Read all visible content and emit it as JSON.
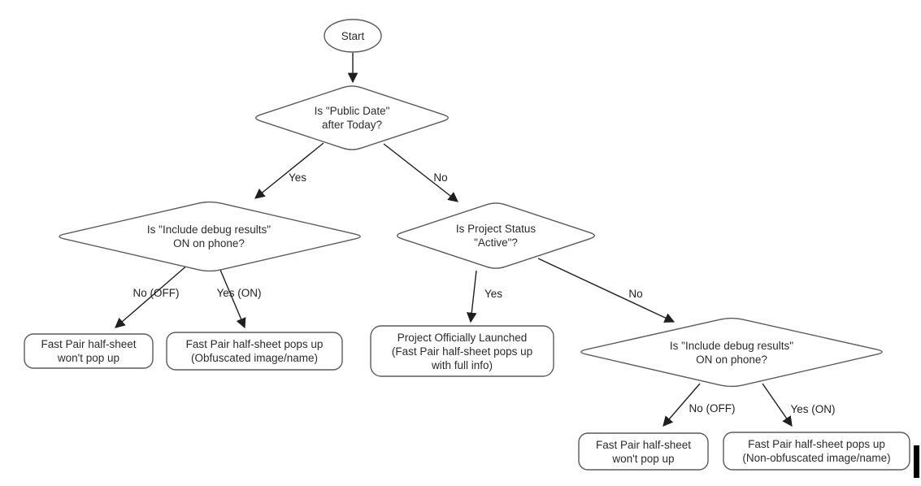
{
  "flowchart": {
    "nodes": {
      "start": {
        "type": "terminator",
        "label": "Start"
      },
      "public_date": {
        "type": "decision",
        "label": "Is \"Public Date\"\nafter Today?"
      },
      "debug_left": {
        "type": "decision",
        "label": "Is \"Include debug results\"\nON on phone?"
      },
      "project_status": {
        "type": "decision",
        "label": "Is Project Status\n\"Active\"?"
      },
      "debug_right": {
        "type": "decision",
        "label": "Is \"Include debug results\"\nON on phone?"
      },
      "no_popup_left": {
        "type": "process",
        "label": "Fast Pair half-sheet\nwon't pop up"
      },
      "obfuscated": {
        "type": "process",
        "label": "Fast Pair half-sheet pops up\n(Obfuscated image/name)"
      },
      "launched": {
        "type": "process",
        "label": "Project Officially Launched\n(Fast Pair half-sheet pops up\nwith full info)"
      },
      "no_popup_right": {
        "type": "process",
        "label": "Fast Pair half-sheet\nwon't pop up"
      },
      "non_obfuscated": {
        "type": "process",
        "label": "Fast Pair half-sheet pops up\n(Non-obfuscated image/name)"
      }
    },
    "edges": {
      "start_to_public_date": {
        "label": ""
      },
      "public_date_yes": {
        "label": "Yes"
      },
      "public_date_no": {
        "label": "No"
      },
      "debug_left_no": {
        "label": "No (OFF)"
      },
      "debug_left_yes": {
        "label": "Yes (ON)"
      },
      "project_status_yes": {
        "label": "Yes"
      },
      "project_status_no": {
        "label": "No"
      },
      "debug_right_no": {
        "label": "No (OFF)"
      },
      "debug_right_yes": {
        "label": "Yes (ON)"
      }
    },
    "colors": {
      "shape_stroke": "#5b5b5b",
      "arrow": "#1f1f1f",
      "text": "#2b2b2b",
      "background": "#ffffff",
      "cursor_bar": "#000000"
    }
  }
}
